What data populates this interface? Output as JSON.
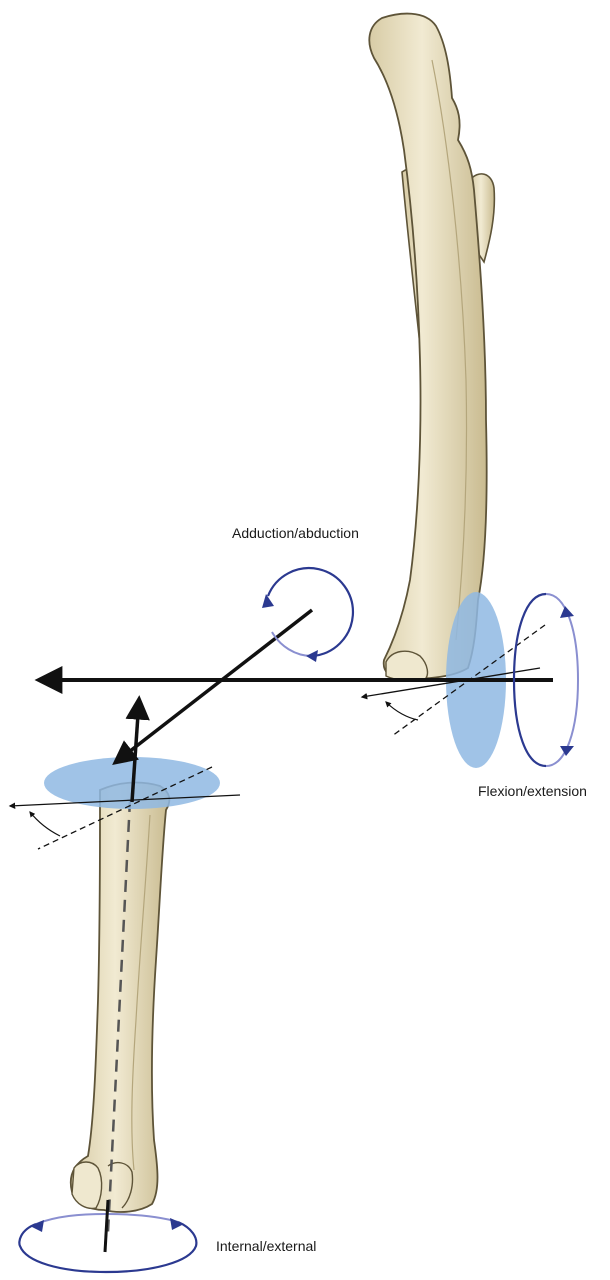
{
  "labels": {
    "adduction_abduction": "Adduction/abduction",
    "flexion_extension": "Flexion/extension",
    "internal_external": "Internal/external"
  },
  "colors": {
    "bone_fill": "#ece3c6",
    "bone_stroke": "#5e5438",
    "bone_shade": "#cbbd93",
    "joint_plane": "#8fb9e3",
    "rotation_arrow": "#2b3990",
    "axis_line": "#111111"
  },
  "icons": {
    "rotation_indicator": "curved-arrow-icon",
    "axis": "arrow-icon"
  }
}
